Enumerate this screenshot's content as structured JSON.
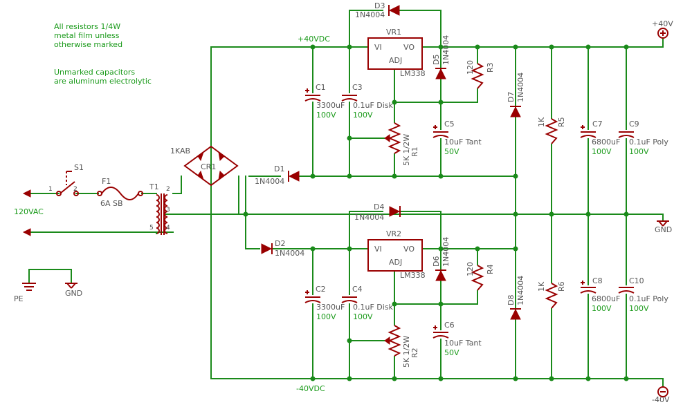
{
  "notes": {
    "resistors": [
      "All resistors 1/4W",
      "metal film unless",
      "otherwise marked"
    ],
    "capacitors": [
      "Unmarked capacitors",
      "are aluminum electrolytic"
    ]
  },
  "rails": {
    "pos_vdc": "+40VDC",
    "neg_vdc": "-40VDC",
    "out_pos": "+40V",
    "out_neg": "-40V",
    "gnd": "GND"
  },
  "input": {
    "mains": "120VAC",
    "pe": "PE",
    "gnd": "GND"
  },
  "switch": {
    "name": "S1",
    "pin1": "1",
    "pin2": "2"
  },
  "fuse": {
    "name": "F1",
    "value": "6A SB"
  },
  "transformer": {
    "name": "T1",
    "pins": [
      "2",
      "3",
      "5",
      "4"
    ]
  },
  "bridge": {
    "name": "CR1",
    "value": "1KAB"
  },
  "diodes": {
    "d1": {
      "name": "D1",
      "value": "1N4004"
    },
    "d2": {
      "name": "D2",
      "value": "1N4004"
    },
    "d3": {
      "name": "D3",
      "value": "1N4004"
    },
    "d4": {
      "name": "D4",
      "value": "1N4004"
    },
    "d5": {
      "name": "D5",
      "value": "1N4004"
    },
    "d6": {
      "name": "D6",
      "value": "1N4004"
    },
    "d7": {
      "name": "D7",
      "value": "1N4004"
    },
    "d8": {
      "name": "D8",
      "value": "1N4004"
    }
  },
  "regulators": {
    "vr1": {
      "name": "VR1",
      "part": "LM338",
      "vi": "VI",
      "vo": "VO",
      "adj": "ADJ"
    },
    "vr2": {
      "name": "VR2",
      "part": "LM338",
      "vi": "VI",
      "vo": "VO",
      "adj": "ADJ"
    }
  },
  "capacitors": {
    "c1": {
      "name": "C1",
      "value": "3300uF",
      "voltage": "100V"
    },
    "c2": {
      "name": "C2",
      "value": "3300uF",
      "voltage": "100V"
    },
    "c3": {
      "name": "C3",
      "value": "0.1uF Disk",
      "voltage": "100V"
    },
    "c4": {
      "name": "C4",
      "value": "0.1uF Disk",
      "voltage": "100V"
    },
    "c5": {
      "name": "C5",
      "value": "10uF Tant",
      "voltage": "50V"
    },
    "c6": {
      "name": "C6",
      "value": "10uF Tant",
      "voltage": "50V"
    },
    "c7": {
      "name": "C7",
      "value": "6800uF",
      "voltage": "100V"
    },
    "c8": {
      "name": "C8",
      "value": "6800uF",
      "voltage": "100V"
    },
    "c9": {
      "name": "C9",
      "value": "0.1uF Poly",
      "voltage": "100V"
    },
    "c10": {
      "name": "C10",
      "value": "0.1uF Poly",
      "voltage": "100V"
    }
  },
  "resistors": {
    "r1": {
      "name": "R1",
      "value": "5K 1/2W"
    },
    "r2": {
      "name": "R2",
      "value": "5K 1/2W"
    },
    "r3": {
      "name": "R3",
      "value": "120"
    },
    "r4": {
      "name": "R4",
      "value": "120"
    },
    "r5": {
      "name": "R5",
      "value": "1K"
    },
    "r6": {
      "name": "R6",
      "value": "1K"
    }
  }
}
